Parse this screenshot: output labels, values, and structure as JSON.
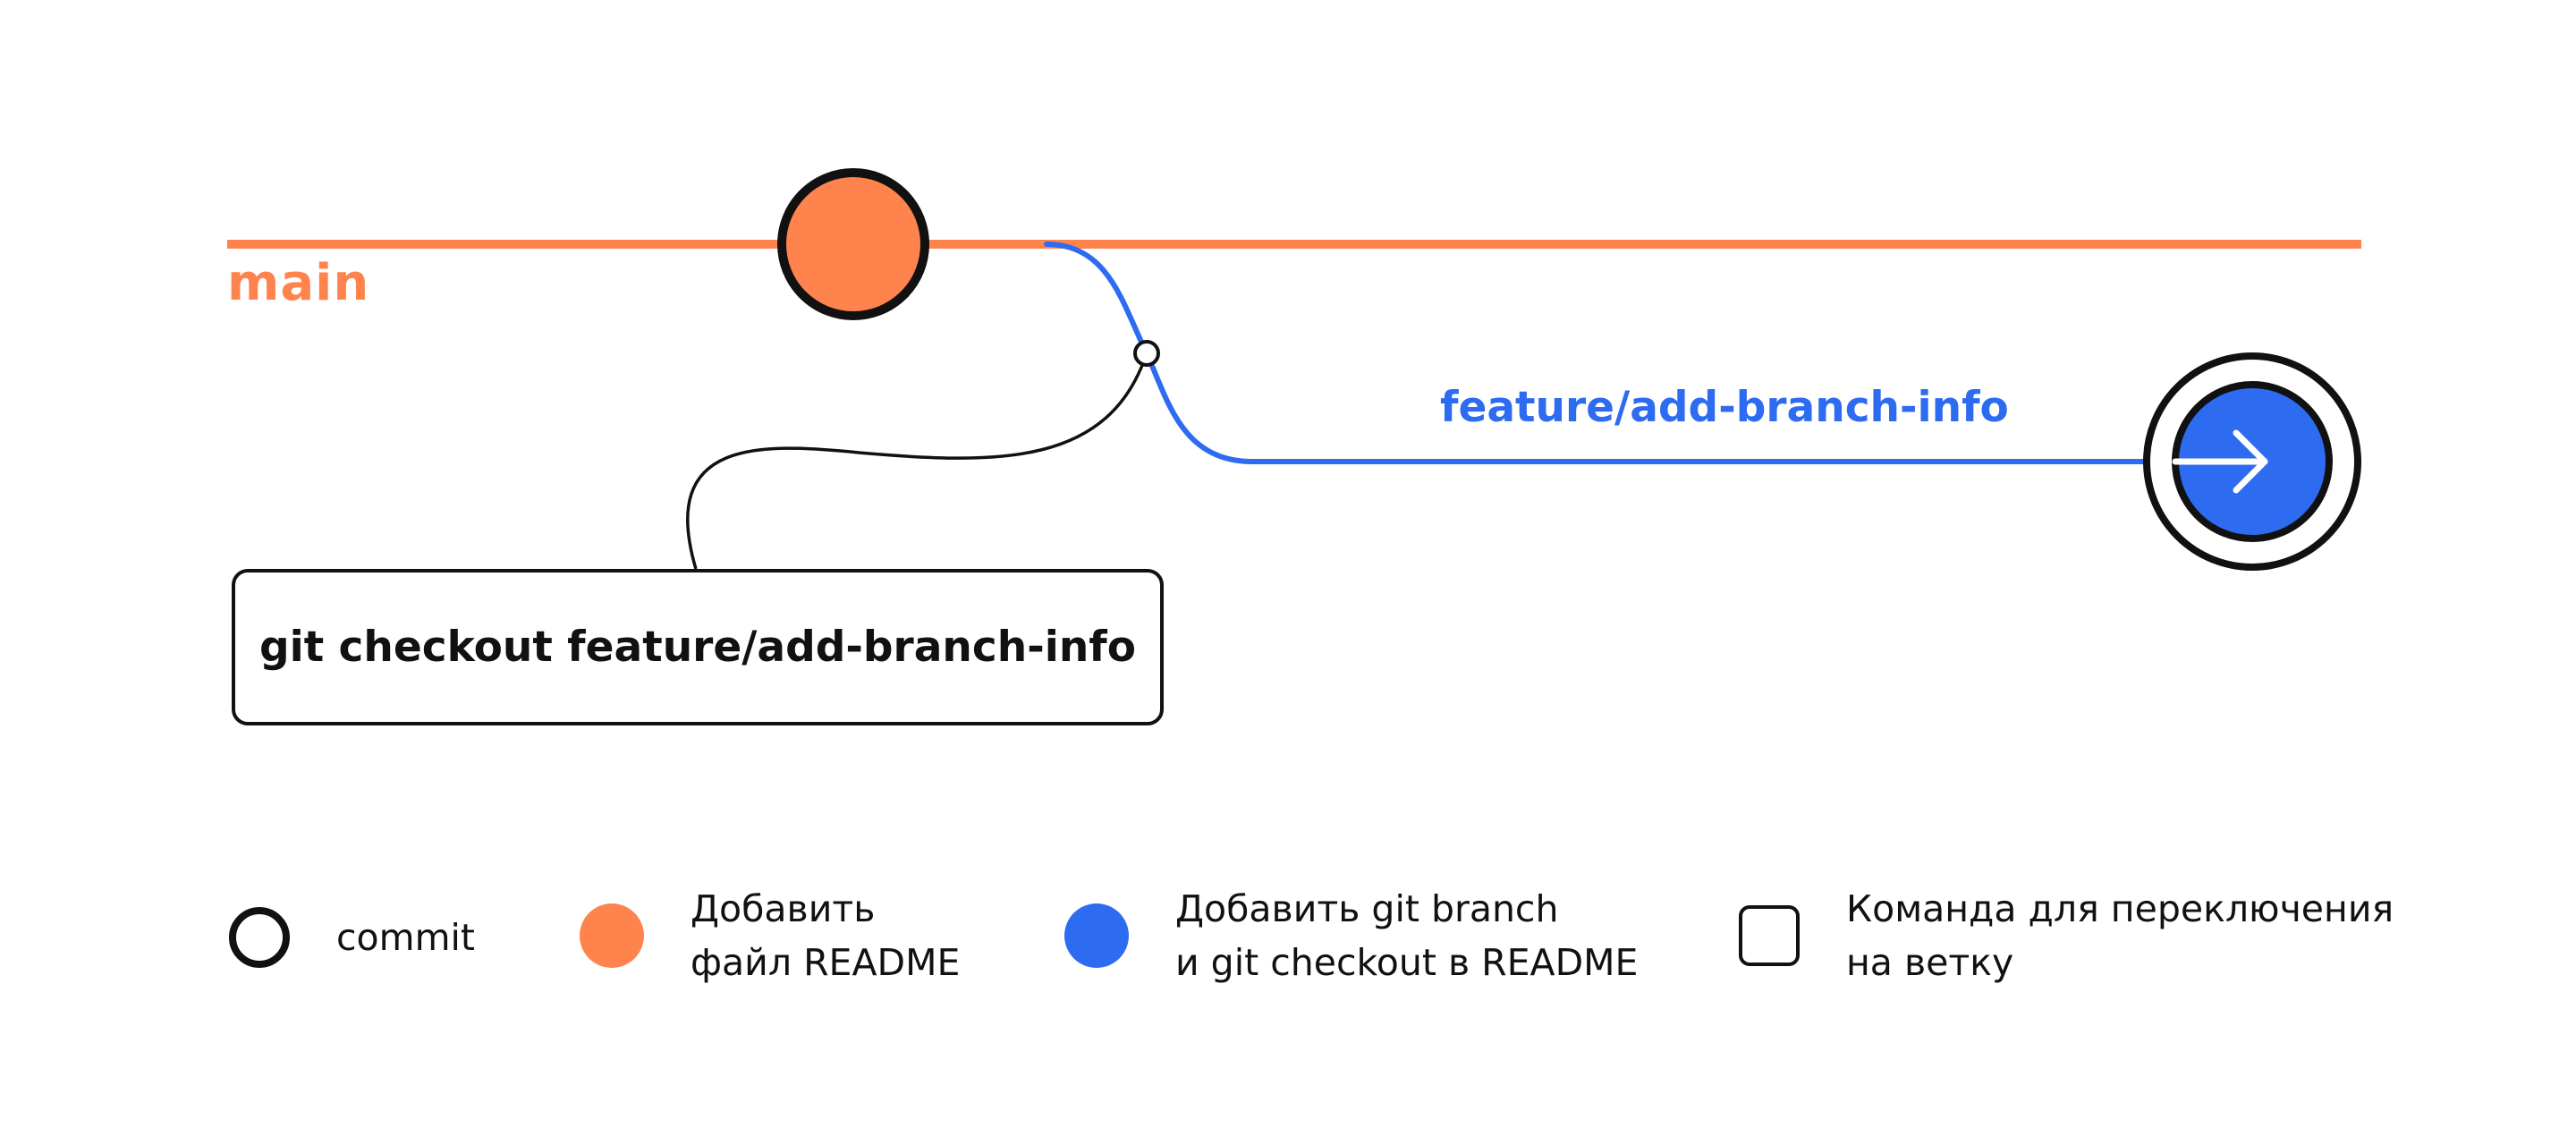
{
  "branches": {
    "main": {
      "label": "main",
      "color": "#FF834D"
    },
    "feature": {
      "label": "feature/add-branch-info",
      "color": "#2D6BF0"
    }
  },
  "command_box": {
    "text": "git checkout feature/add-branch-info"
  },
  "head_marker": {
    "icon": "arrow-right-icon"
  },
  "legend": [
    {
      "marker": "commit-outline",
      "text": "commit"
    },
    {
      "marker": "orange-dot",
      "color": "#FF834D",
      "text": "Добавить\nфайл README"
    },
    {
      "marker": "blue-dot",
      "color": "#2D6BF0",
      "text": "Добавить git branch\nи git checkout в README"
    },
    {
      "marker": "outlined-box",
      "text": "Команда для переключения\nна ветку"
    }
  ]
}
